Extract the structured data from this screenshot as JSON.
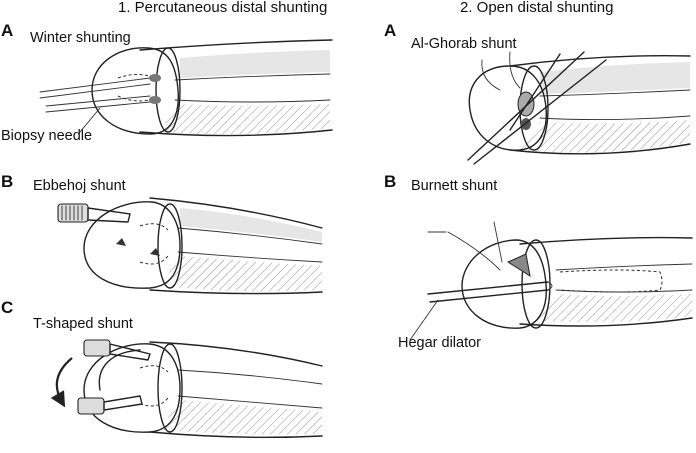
{
  "headers": {
    "left": "1. Percutaneous distal shunting",
    "right": "2. Open distal shunting"
  },
  "panels": {
    "left_a": {
      "letter": "A",
      "title": "Winter shunting",
      "callout": "Biopsy needle"
    },
    "left_b": {
      "letter": "B",
      "title": "Ebbehoj shunt"
    },
    "left_c": {
      "letter": "C",
      "title": "T-shaped shunt"
    },
    "right_a": {
      "letter": "A",
      "title": "Al-Ghorab shunt"
    },
    "right_b": {
      "letter": "B",
      "title": "Burnett shunt",
      "callout": "Hegar dilator"
    }
  }
}
